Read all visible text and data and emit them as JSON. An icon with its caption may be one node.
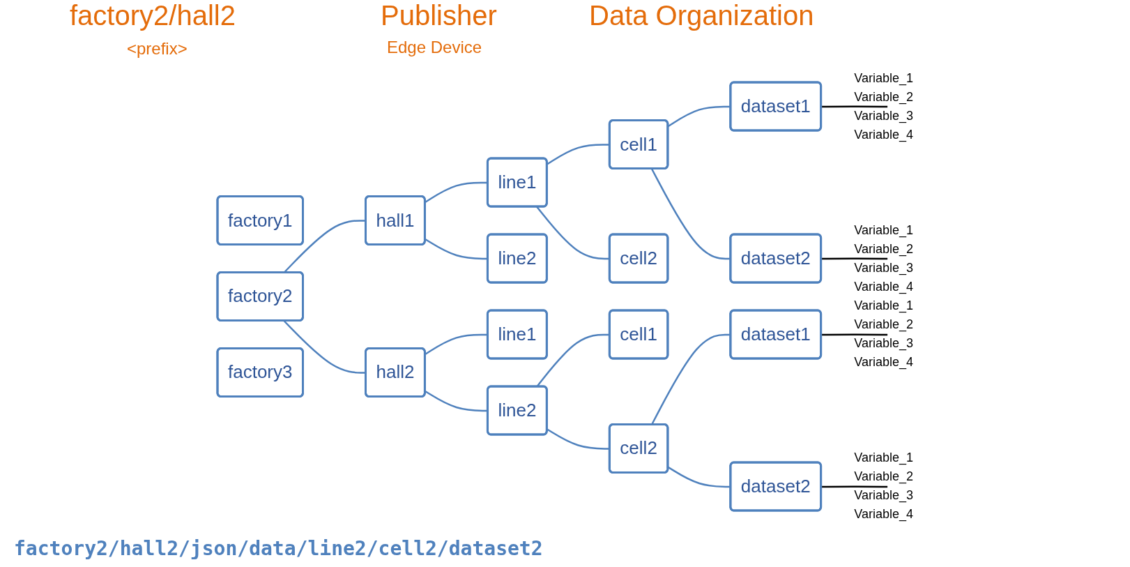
{
  "diagram": {
    "nodes": [
      {
        "text": [
          "factory1"
        ]
      },
      {
        "text": [
          "factory2"
        ]
      },
      {
        "text": [
          "factory3"
        ]
      },
      {
        "text": [
          "hall1"
        ]
      },
      {
        "text": [
          "hall2"
        ]
      },
      {
        "text": [
          "line1"
        ]
      },
      {
        "text": [
          "line2"
        ]
      },
      {
        "text": [
          "line1"
        ]
      },
      {
        "text": [
          "line2"
        ]
      },
      {
        "text": [
          "cell1"
        ]
      },
      {
        "text": [
          "cell2"
        ]
      },
      {
        "text": [
          "cell1"
        ]
      },
      {
        "text": [
          "cell2"
        ]
      },
      {
        "text": [
          "dataset1"
        ]
      },
      {
        "text": [
          "dataset2"
        ]
      },
      {
        "text": [
          "dataset1"
        ]
      },
      {
        "text": [
          "dataset2"
        ]
      },
      {
        "text": [
          "Variable_1",
          "Variable_2",
          "Variable_3",
          "Variable_4"
        ]
      },
      {
        "text": [
          "Variable_1",
          "Variable_2",
          "Variable_3",
          "Variable_4"
        ]
      },
      {
        "text": [
          "Variable_1",
          "Variable_2",
          "Variable_3",
          "Variable_4"
        ]
      },
      {
        "text": [
          "Variable_1",
          "Variable_2",
          "Variable_3",
          "Variable_4"
        ]
      }
    ],
    "edges": [
      {
        "from": 1,
        "to": 3,
        "arrow": "none"
      },
      {
        "from": 1,
        "to": 4,
        "arrow": "none"
      },
      {
        "from": 3,
        "to": 5,
        "arrow": "none"
      },
      {
        "from": 3,
        "to": 6,
        "arrow": "none"
      },
      {
        "from": 4,
        "to": 7,
        "arrow": "none"
      },
      {
        "from": 4,
        "to": 8,
        "arrow": "none"
      },
      {
        "from": 5,
        "to": 9,
        "arrow": "none"
      },
      {
        "from": 5,
        "to": 10,
        "arrow": "none"
      },
      {
        "from": 8,
        "to": 11,
        "arrow": "none"
      },
      {
        "from": 8,
        "to": 12,
        "arrow": "none"
      },
      {
        "from": 9,
        "to": 13,
        "arrow": "none"
      },
      {
        "from": 9,
        "to": 14,
        "arrow": "none"
      },
      {
        "from": 12,
        "to": 15,
        "arrow": "none"
      },
      {
        "from": 12,
        "to": 16,
        "arrow": "none"
      },
      {
        "from": 13,
        "to": 17,
        "arrow": "none",
        "color": "#000000"
      },
      {
        "from": 14,
        "to": 18,
        "arrow": "none",
        "color": "#000000"
      },
      {
        "from": 15,
        "to": 19,
        "arrow": "none",
        "color": "#000000"
      },
      {
        "from": 16,
        "to": 20,
        "arrow": "none",
        "color": "#000000"
      }
    ],
    "labels": [
      "factory2/hall2",
      "<prefix>",
      "Publisher",
      "Edge Device",
      "Data Organization",
      "factory2/hall2/json/data/line2/cell2/dataset2"
    ]
  }
}
